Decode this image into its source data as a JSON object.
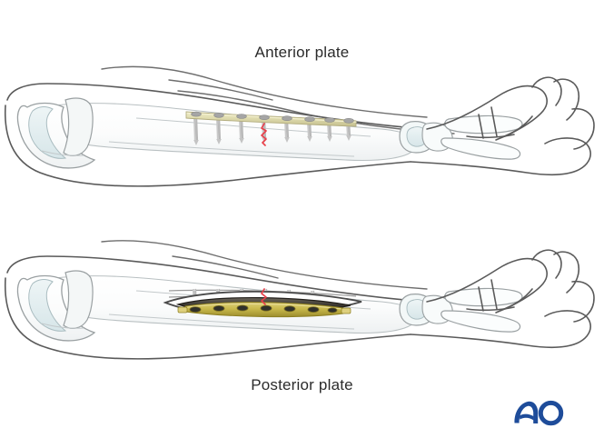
{
  "figure": {
    "kind": "medical-illustration",
    "subject": "Forearm plate fixation — anterior and posterior approaches",
    "background_color": "#ffffff",
    "panels": [
      {
        "id": "anterior",
        "caption": "Anterior plate",
        "caption_position": "top",
        "description": "Right forearm in supination, palm up, showing an anterior (volar) plate applied to the shaft with screws, spanning a transverse fracture.",
        "plate": {
          "type": "straight compression plate",
          "face_color": "#d9d5a9",
          "edge_color": "#b7b184",
          "screw_count": 8,
          "screw_head_color": "#9e9e9e",
          "screw_shaft_color": "#dcdcdc",
          "exposed": false
        },
        "fracture": {
          "pattern": "oblique zigzag",
          "color": "#e8404a",
          "location": "mid-shaft"
        }
      },
      {
        "id": "posterior",
        "caption": "Posterior plate",
        "caption_position": "bottom",
        "description": "Right forearm showing a posterior (dorsal) plate seen through an open lenticular surgical incision, with screw heads visible in the plate holes.",
        "plate": {
          "type": "straight compression plate",
          "face_color": "#c9b94c",
          "edge_color": "#8d7f22",
          "screw_count": 8,
          "screw_head_color": "#8c8c8c",
          "screw_shaft_color": "#d6d6d6",
          "exposed": true,
          "incision_color": "#2e2b26"
        },
        "fracture": {
          "pattern": "oblique zigzag",
          "color": "#e8404a",
          "location": "mid-shaft"
        }
      }
    ],
    "anatomy": {
      "skin_outline_color": "#5a5a5a",
      "bone_fill_color": "#fbfcfc",
      "bone_outline_color": "#9aa0a2",
      "cartilage_tint": "#dfeaec",
      "structures": [
        "olecranon",
        "trochlear notch",
        "ulna shaft",
        "radius shaft",
        "distal radius",
        "carpal bones",
        "metacarpals",
        "thumb",
        "fingers",
        "hand soft-tissue outline"
      ]
    }
  },
  "logo": {
    "text": "AO",
    "color": "#1e4c9a",
    "name": "ao-foundation-logo"
  }
}
